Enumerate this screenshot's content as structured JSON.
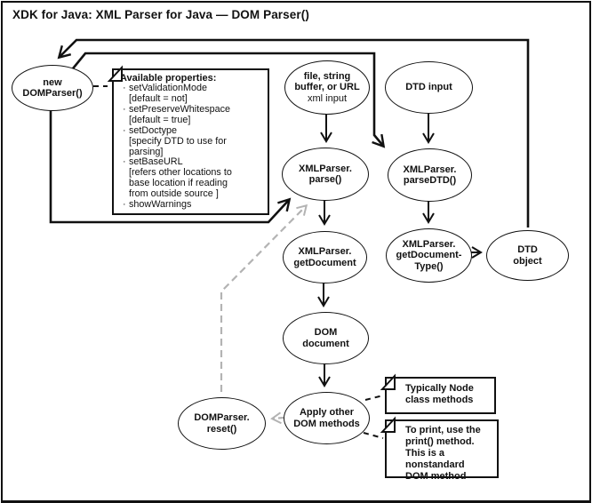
{
  "title": "XDK for Java: XML Parser for Java — DOM Parser()",
  "colors": {
    "ink": "#111111",
    "gray_dash": "#b3b3b3",
    "background": "#ffffff"
  },
  "nodes": {
    "new_domparser": {
      "label": "new\nDOMParser()"
    },
    "file_input": {
      "label": "file, string\nbuffer, or URL",
      "sub": "xml input"
    },
    "dtd_input": {
      "label": "DTD input"
    },
    "parse": {
      "label": "XMLParser.\nparse()"
    },
    "parse_dtd": {
      "label": "XMLParser.\nparseDTD()"
    },
    "get_document": {
      "label": "XMLParser.\ngetDocument"
    },
    "get_document_type": {
      "label": "XMLParser.\ngetDocument-\nType()"
    },
    "dtd_object": {
      "label": "DTD\nobject"
    },
    "dom_document": {
      "label": "DOM\ndocument"
    },
    "apply_methods": {
      "label": "Apply other\nDOM methods"
    },
    "reset": {
      "label": "DOMParser.\nreset()"
    }
  },
  "notes": {
    "properties": {
      "header": "Available properties:",
      "bullet": "·",
      "items": [
        {
          "name": "setValidationMode",
          "detail": "[default = not]"
        },
        {
          "name": "setPreserveWhitespace",
          "detail": "[default = true]"
        },
        {
          "name": "setDoctype",
          "detail": "[specify DTD to use for\nparsing]"
        },
        {
          "name": "setBaseURL",
          "detail": "[refers other locations to\nbase location if reading\nfrom outside source ]"
        },
        {
          "name": "showWarnings",
          "detail": ""
        }
      ]
    },
    "node_methods": {
      "text": "Typically Node\nclass methods"
    },
    "print_note": {
      "text": "To print, use the\nprint() method.\nThis is a\nnonstandard\nDOM method"
    }
  }
}
